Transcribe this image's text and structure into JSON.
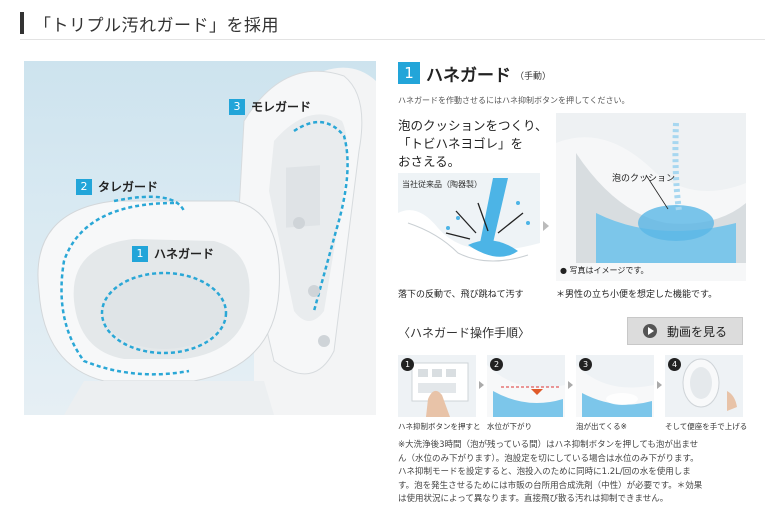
{
  "header": {
    "title": "「トリプル汚れガード」を採用"
  },
  "photo": {
    "callouts": [
      {
        "num": "3",
        "label": "モレガード"
      },
      {
        "num": "2",
        "label": "タレガード"
      },
      {
        "num": "1",
        "label": "ハネガード"
      }
    ]
  },
  "section": {
    "num": "1",
    "title": "ハネガード",
    "subtitle": "（手動）",
    "note": "ハネガードを作動させるにはハネ抑制ボタンを押してください。",
    "lead": [
      "泡のクッションをつくり、",
      "「トビハネヨゴレ」を",
      "おさえる。"
    ],
    "panel1_label": "当社従来品（陶器製）",
    "panel2_label": "泡のクッション",
    "panel2_caption": "● 写真はイメージです。",
    "caption_left": "落下の反動で、飛び跳ねて汚す",
    "caption_right": "＊男性の立ち小便を想定した機能です。"
  },
  "procedure": {
    "title": "〈ハネガード操作手順〉",
    "video_label": "動画を見る",
    "steps": [
      {
        "num": "1",
        "caption": "ハネ抑制ボタンを押すと"
      },
      {
        "num": "2",
        "caption": "水位が下がり"
      },
      {
        "num": "3",
        "caption": "泡が出てくる※"
      },
      {
        "num": "4",
        "caption": "そして便座を手で上げる"
      }
    ]
  },
  "footnotes": [
    "※大洗浄後3時間（泡が残っている間）はハネ抑制ボタンを押しても泡が出ませ",
    "ん（水位のみ下がります）。泡設定を切にしている場合は水位のみ下がります。",
    "ハネ抑制モードを設定すると、泡投入のために同時に1.2L/回の水を使用しま",
    "す。泡を発生させるためには市販の台所用合成洗剤（中性）が必要です。＊効果",
    "は使用状況によって異なります。直接飛び散る汚れは抑制できません。"
  ],
  "colors": {
    "accent": "#22a5d9",
    "dash": "#2aa7d6"
  }
}
